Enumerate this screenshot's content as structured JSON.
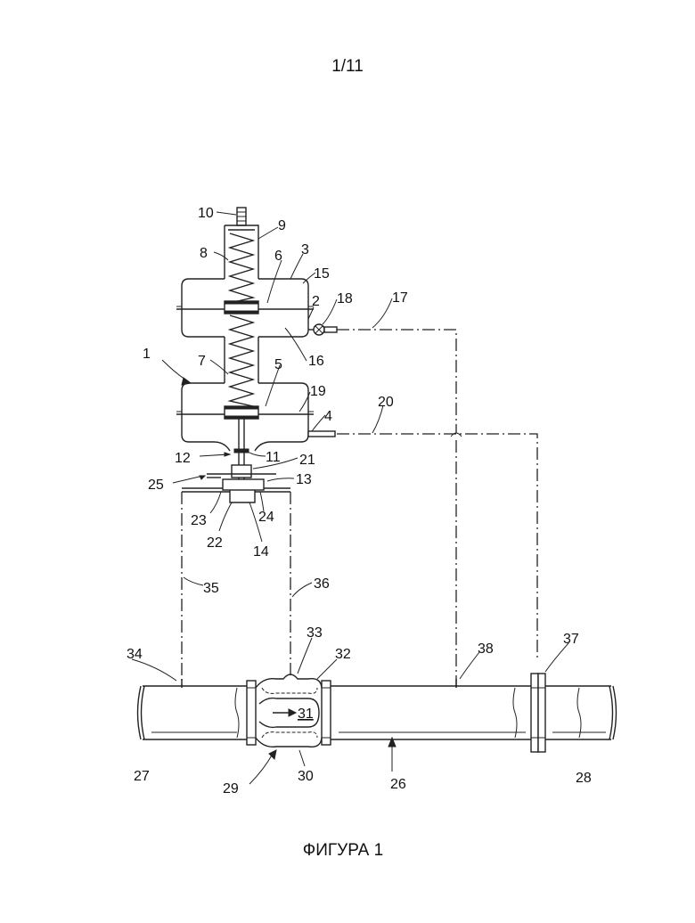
{
  "page_number": "1/11",
  "caption": "ФИГУРА 1",
  "labels": {
    "l1": "1",
    "l2": "2",
    "l3": "3",
    "l4": "4",
    "l5": "5",
    "l6": "6",
    "l7": "7",
    "l8": "8",
    "l9": "9",
    "l10": "10",
    "l11": "11",
    "l12": "12",
    "l13": "13",
    "l14": "14",
    "l15": "15",
    "l16": "16",
    "l17": "17",
    "l18": "18",
    "l19": "19",
    "l20": "20",
    "l21": "21",
    "l22": "22",
    "l23": "23",
    "l24": "24",
    "l25": "25",
    "l26": "26",
    "l27": "27",
    "l28": "28",
    "l29": "29",
    "l30": "30",
    "l31": "31",
    "l32": "32",
    "l33": "33",
    "l34": "34",
    "l35": "35",
    "l36": "36",
    "l37": "37",
    "l38": "38"
  }
}
